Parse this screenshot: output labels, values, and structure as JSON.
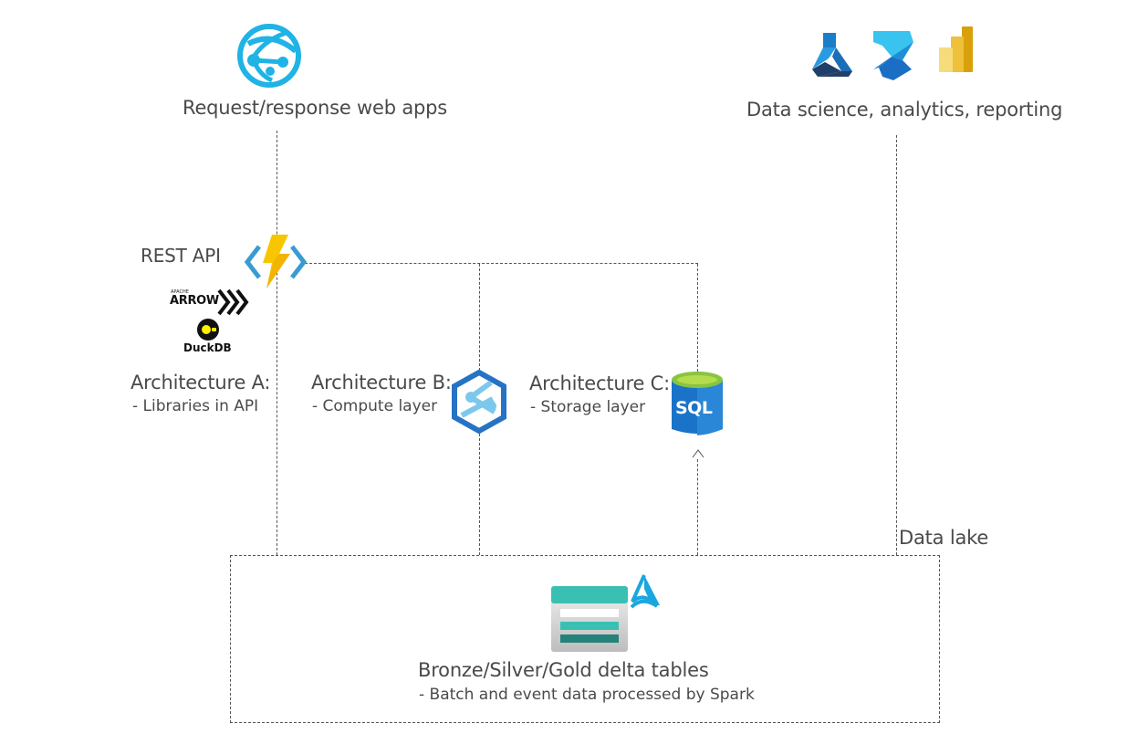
{
  "top": {
    "web_apps": {
      "icon": "globe-network-icon",
      "label": "Request/response web apps"
    },
    "analytics": {
      "icons": [
        "azure-machine-learning-icon",
        "synapse-pipelines-icon",
        "power-bi-icon"
      ],
      "label": "Data science, analytics, reporting"
    }
  },
  "api": {
    "label": "REST API",
    "icon": "azure-functions-icon",
    "libraries": [
      {
        "icon": "apache-arrow-logo",
        "label": "ARROW",
        "sublabel": "APACHE"
      },
      {
        "icon": "duckdb-logo",
        "label": "DuckDB"
      }
    ]
  },
  "architectures": [
    {
      "title": "Architecture A:",
      "desc": "- Libraries in API"
    },
    {
      "title": "Architecture B:",
      "desc": "- Compute layer",
      "icon": "synapse-icon"
    },
    {
      "title": "Architecture C:",
      "desc": "- Storage layer",
      "icon": "sql-database-icon",
      "icon_text": "SQL"
    }
  ],
  "data_lake": {
    "label": "Data lake",
    "title": "Bronze/Silver/Gold delta tables",
    "desc": "- Batch and event data processed by Spark",
    "icons": [
      "storage-table-icon",
      "data-lake-icon"
    ]
  },
  "colors": {
    "azure_blue": "#1fb3e6",
    "functions_yellow": "#f7c600",
    "sql_blue": "#1a73c8",
    "teal": "#3ac0b2",
    "powerbi_gold": "#e8b00a"
  }
}
